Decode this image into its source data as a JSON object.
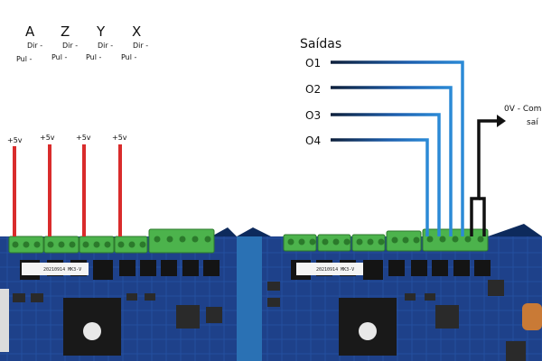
{
  "axes": [
    {
      "letter": "A",
      "dir": "Dir -",
      "pul": "Pul -",
      "power": "+5v"
    },
    {
      "letter": "Z",
      "dir": "Dir -",
      "pul": "Pul -",
      "power": "+5v"
    },
    {
      "letter": "Y",
      "dir": "Dir -",
      "pul": "Pul -",
      "power": "+5v"
    },
    {
      "letter": "X",
      "dir": "Dir -",
      "pul": "Pul -",
      "power": "+5v"
    }
  ],
  "outputs": {
    "title": "Saídas",
    "items": [
      "O1",
      "O2",
      "O3",
      "O4"
    ],
    "common_line1": "0V - Com",
    "common_line2": "saí"
  },
  "board_stickers": [
    "20210914 MK3-V",
    "20210914 MK3-V"
  ],
  "colors": {
    "wire_blue": "#1c5ea8",
    "wire_red": "#d92c2c",
    "wire_black": "#111111",
    "pcb_blue": "#1d3f86",
    "terminal_green": "#4cb34c"
  }
}
